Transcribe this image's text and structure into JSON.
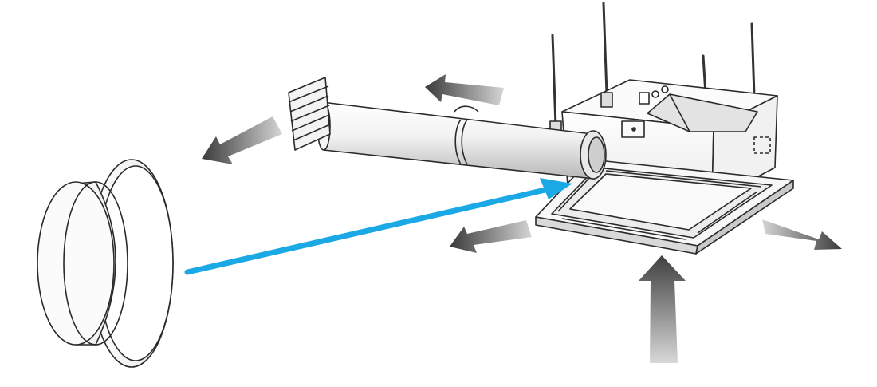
{
  "diagram": {
    "style": "line-art illustration, no printed text",
    "components": [
      "ceiling-cassette-unit",
      "hanger-rod",
      "fresh-air-duct",
      "duct-end-grille",
      "round-flange-connector",
      "cassette-grille-panel"
    ],
    "arrows": {
      "airflow_color": "#5a5a5a",
      "connection_color": "#1ba9e6"
    }
  }
}
